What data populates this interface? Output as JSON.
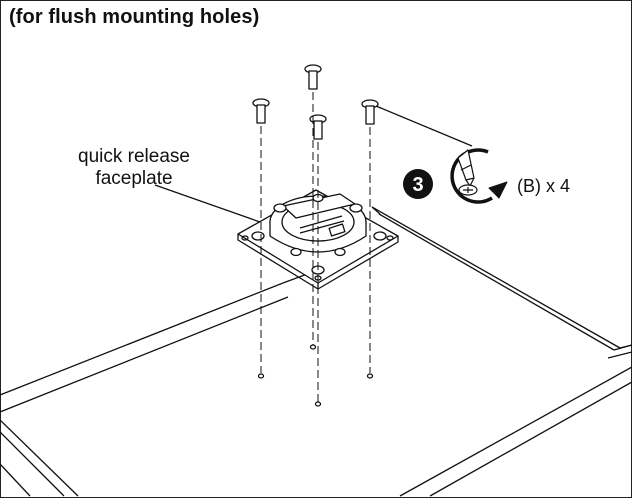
{
  "header": {
    "title": "(for flush mounting holes)"
  },
  "callout": {
    "line1": "quick release",
    "line2": "faceplate"
  },
  "step": {
    "number": "3",
    "quantity": "(B) x 4"
  },
  "icons": [
    "screw-icon",
    "rotate-clockwise-icon",
    "screwdriver-icon"
  ],
  "colors": {
    "line": "#111111",
    "background": "#ffffff",
    "step_badge": "#111111"
  }
}
